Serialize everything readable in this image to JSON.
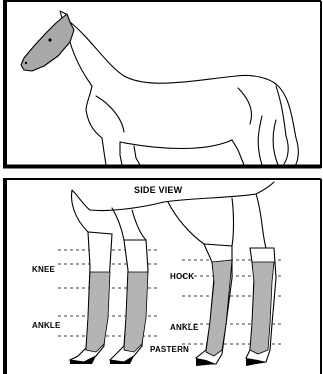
{
  "side_view": {
    "title": "SIDE VIEW",
    "labels": {
      "knee": "KNEE",
      "hock": "HOCK",
      "ankle_front": "ANKLE",
      "ankle_rear": "ANKLE",
      "pastern": "PASTERN"
    }
  },
  "colors": {
    "ink": "#000000",
    "head_shade": "#a8a8a8",
    "leg_shade": "#b4b4b4",
    "leg_light": "#d9d9d9"
  }
}
